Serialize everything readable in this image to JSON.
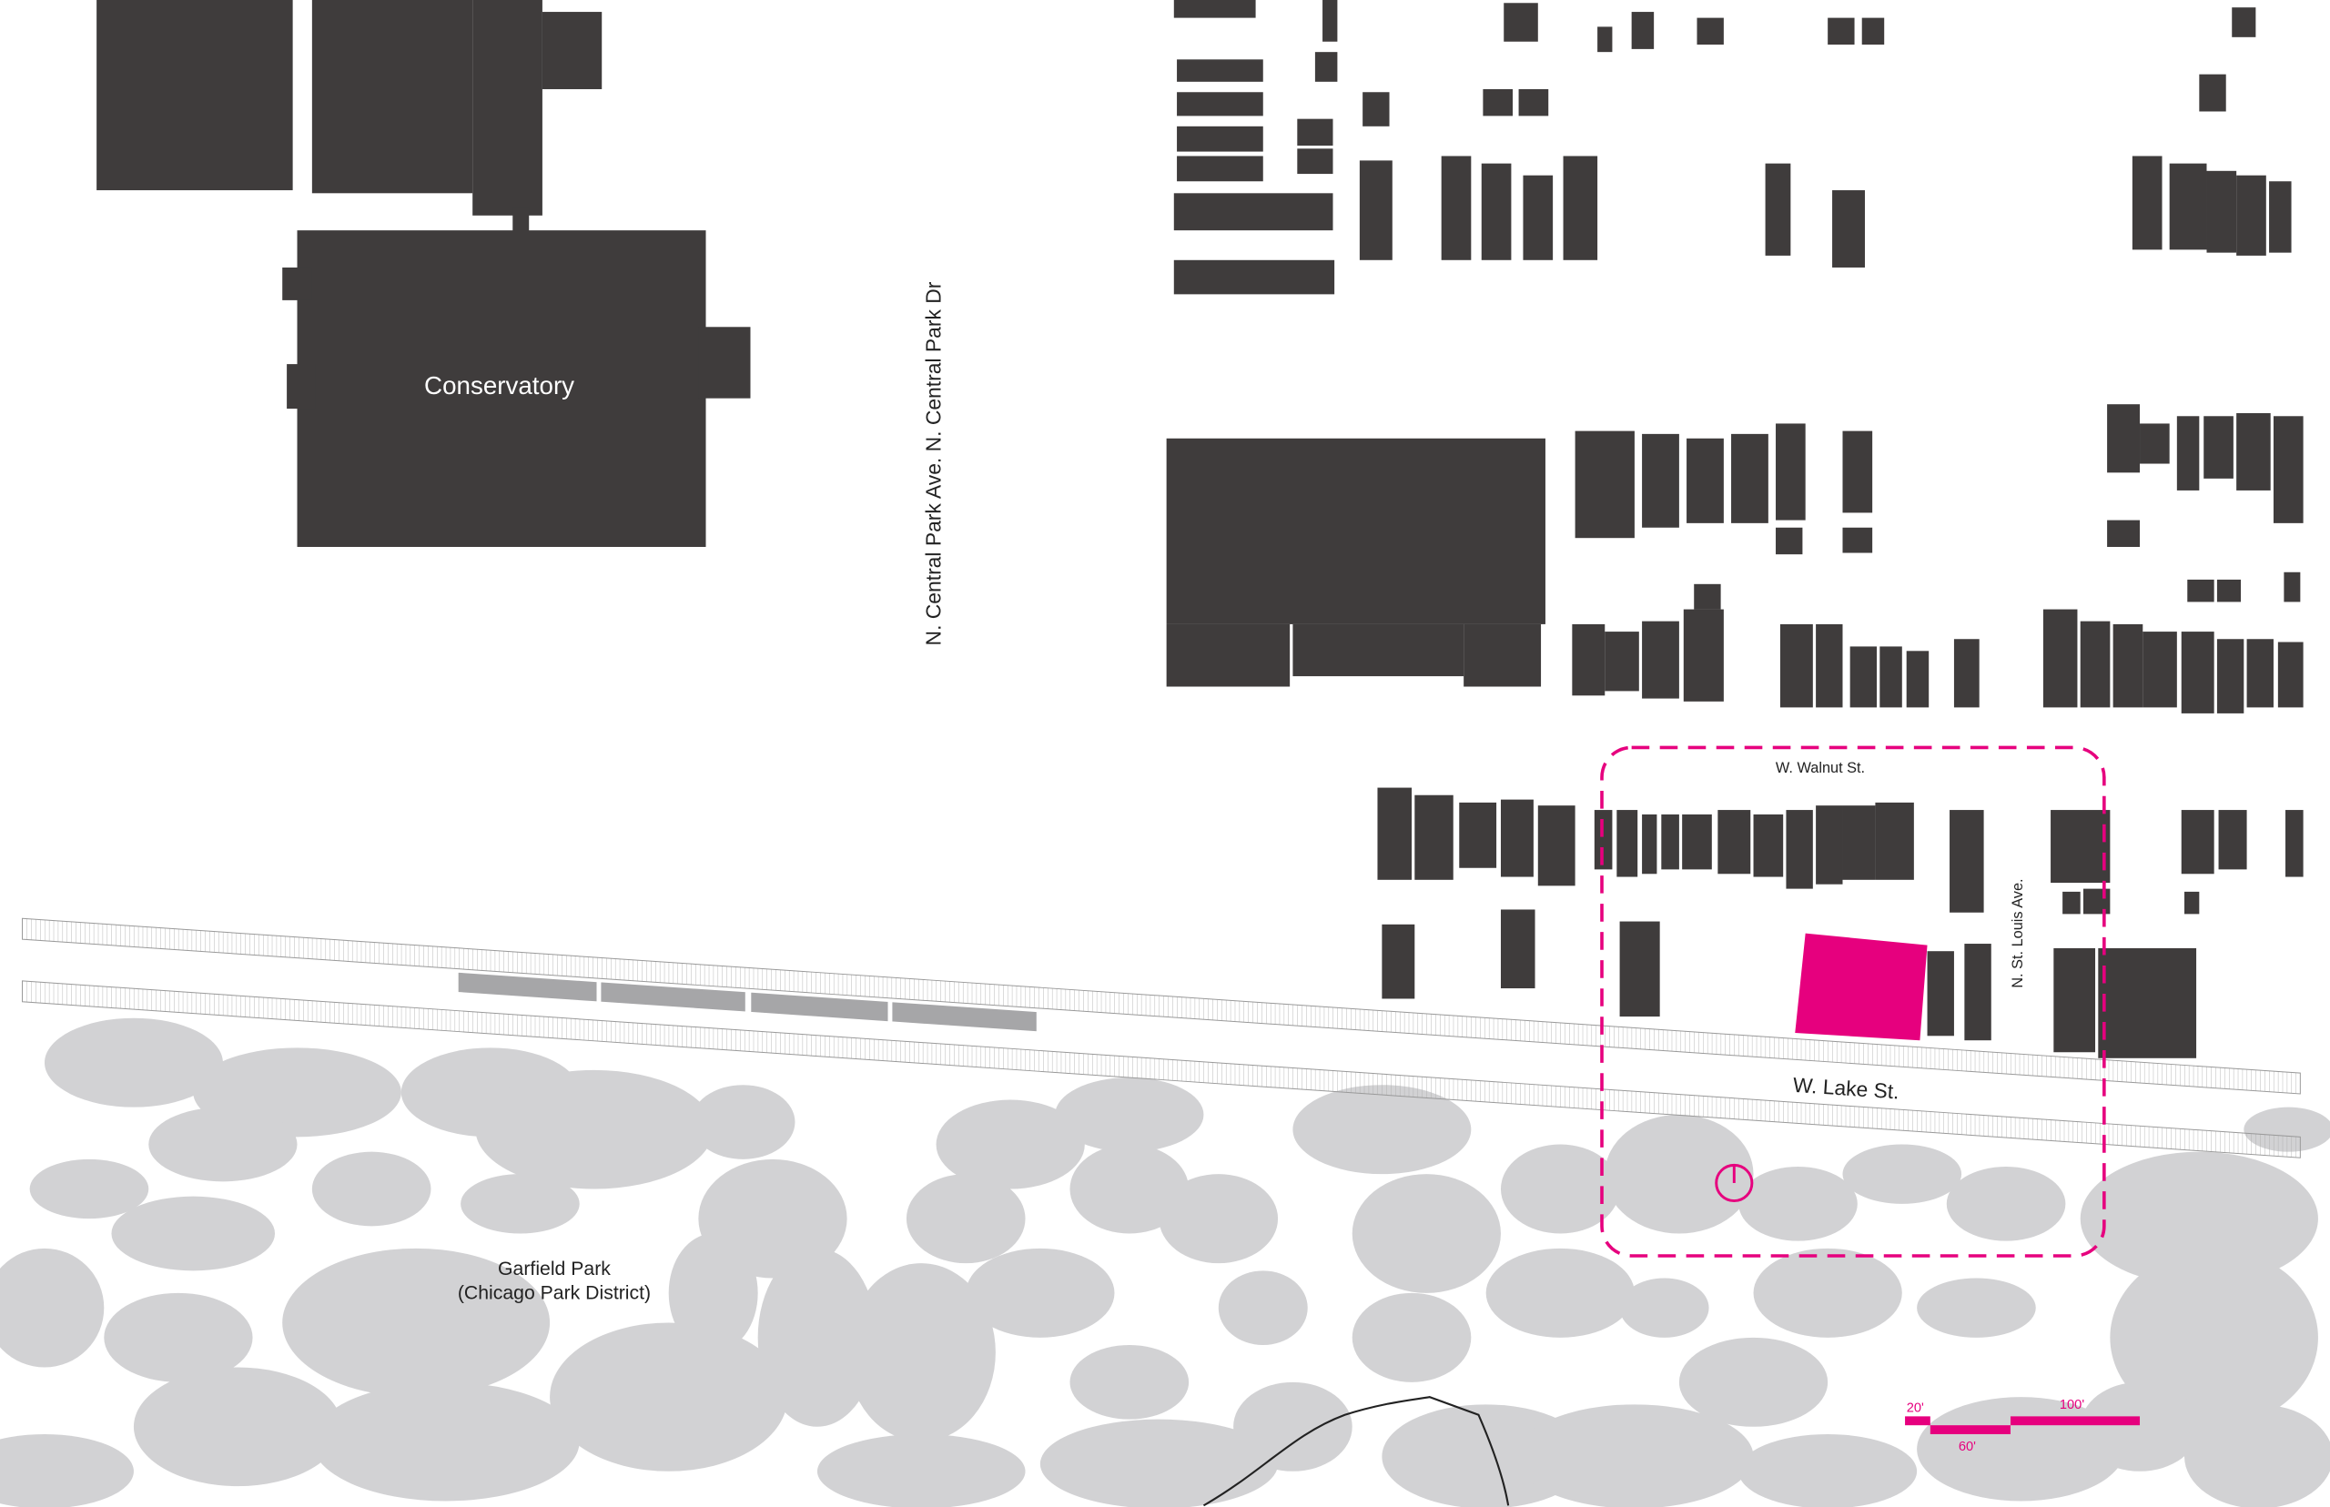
{
  "labels": {
    "conservatory": "Conservatory",
    "central_park": "N. Central Park Ave. N. Central Park Dr",
    "walnut": "W. Walnut St.",
    "st_louis": "N. St. Louis Ave.",
    "lake": "W. Lake St.",
    "park_name": "Garfield Park",
    "park_district": "(Chicago Park District)"
  },
  "scale_bar": {
    "label_20": "20'",
    "label_60": "60'",
    "label_100": "100'"
  },
  "colors": {
    "building": "#3f3c3c",
    "highlight": "#e6007e",
    "park": "#d2d2d4",
    "train": "#a6a6a8"
  }
}
